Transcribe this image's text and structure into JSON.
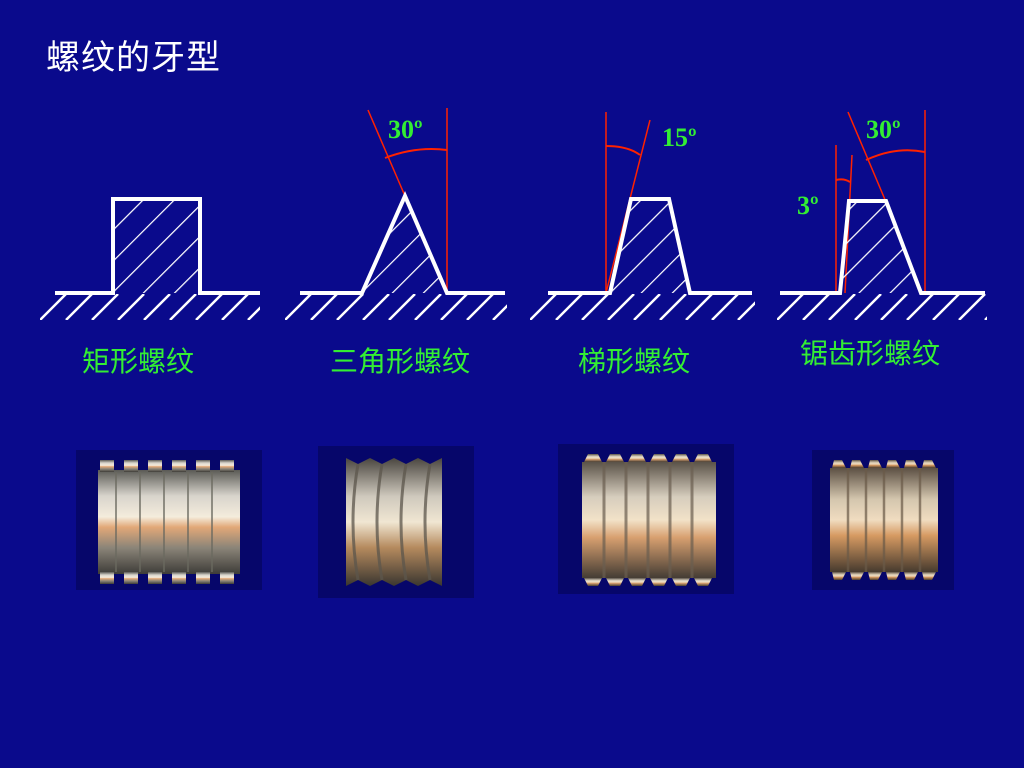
{
  "slide": {
    "title": "螺纹的牙型",
    "colors": {
      "background": "#0a0a8c",
      "label": "#33ee33",
      "profile": "#ffffff",
      "angle_line": "#ff2200"
    }
  },
  "profiles": [
    {
      "name": "矩形螺纹",
      "angles": []
    },
    {
      "name": "三角形螺纹",
      "angles": [
        "30º"
      ]
    },
    {
      "name": "梯形螺纹",
      "angles": [
        "15º"
      ]
    },
    {
      "name": "锯齿形螺纹",
      "angles": [
        "30º",
        "3º"
      ]
    }
  ]
}
